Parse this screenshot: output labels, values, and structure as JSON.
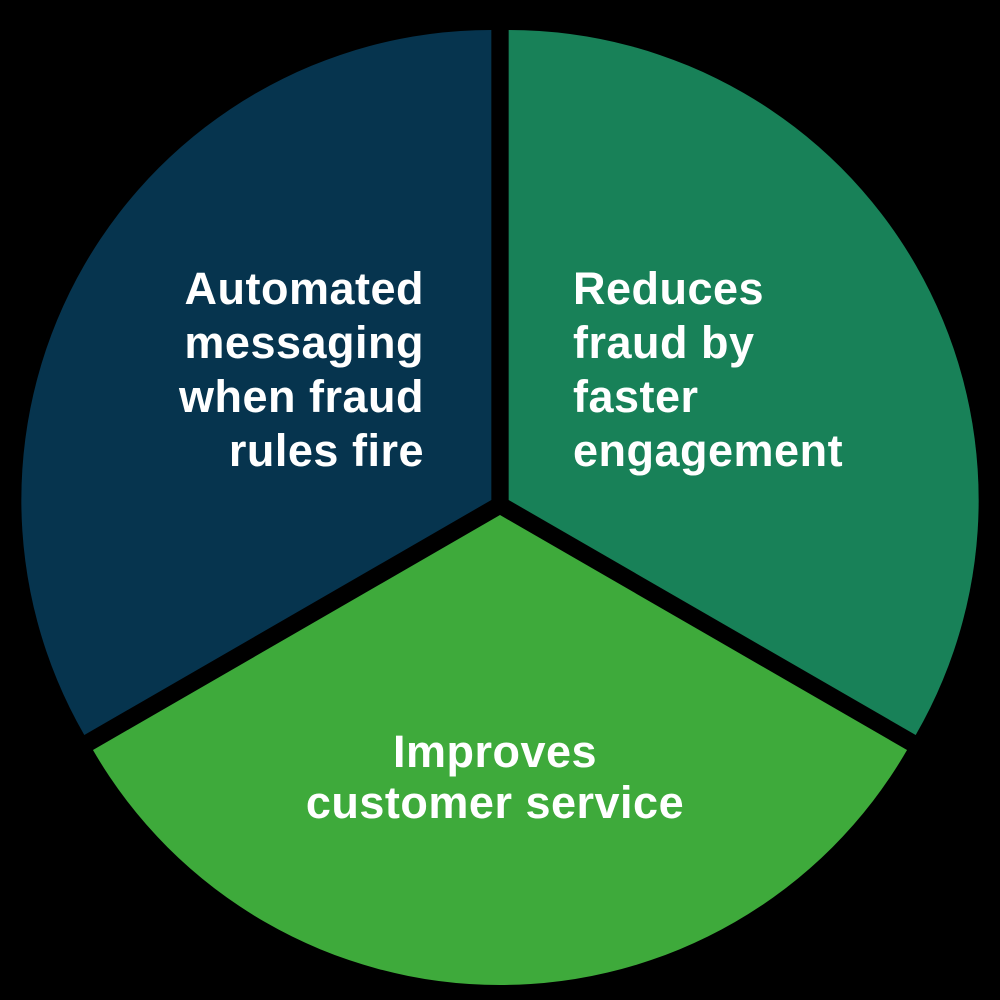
{
  "background_color": "#000000",
  "text_color": "#ffffff",
  "chart_data": {
    "type": "pie",
    "title": "",
    "legend_position": "none",
    "style": "exploded pie, three equal thirds separated by gaps, labels rendered inside segments",
    "segments": [
      {
        "label": "Automated messaging when fraud rules fire",
        "lines": [
          "Automated",
          "messaging",
          "when fraud",
          "rules fire"
        ],
        "value": 33.33,
        "color": "#06344E",
        "position": "top-left"
      },
      {
        "label": "Reduces fraud by faster engagement",
        "lines": [
          "Reduces",
          "fraud by",
          "faster",
          "engagement"
        ],
        "value": 33.33,
        "color": "#188158",
        "position": "top-right"
      },
      {
        "label": "Improves customer service",
        "lines": [
          "Improves",
          "customer service"
        ],
        "value": 33.33,
        "color": "#3EAA3B",
        "position": "bottom"
      }
    ]
  }
}
